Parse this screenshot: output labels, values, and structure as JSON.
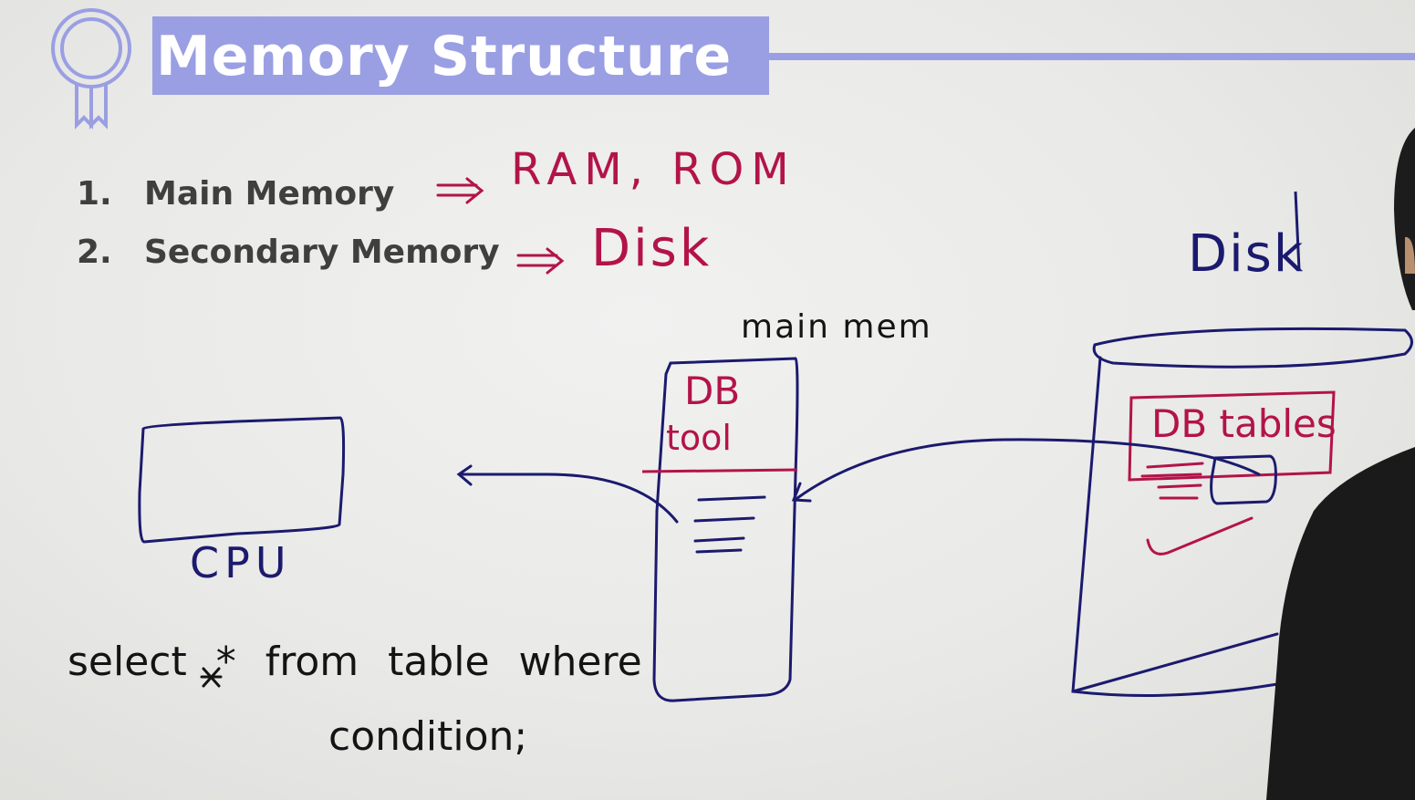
{
  "header": {
    "title": "Memory Structure",
    "accent_color": "#9a9fe3",
    "badge_icon": "award-ribbon-icon"
  },
  "list": [
    {
      "number": "1.",
      "label": "Main Memory",
      "annotation": "RAM, ROM"
    },
    {
      "number": "2.",
      "label": "Secondary Memory",
      "annotation": "Disk"
    }
  ],
  "diagram": {
    "cpu_label": "CPU",
    "main_mem_label": "main mem",
    "db_tool_label_line1": "DB",
    "db_tool_label_line2": "tool",
    "disk_label": "Disk",
    "db_tables_label": "DB tables"
  },
  "query": {
    "line1": "select * from table where",
    "line2": "condition;"
  },
  "colors": {
    "red_ink": "#b3134a",
    "blue_ink": "#1b1a6e",
    "black_ink": "#141414"
  }
}
